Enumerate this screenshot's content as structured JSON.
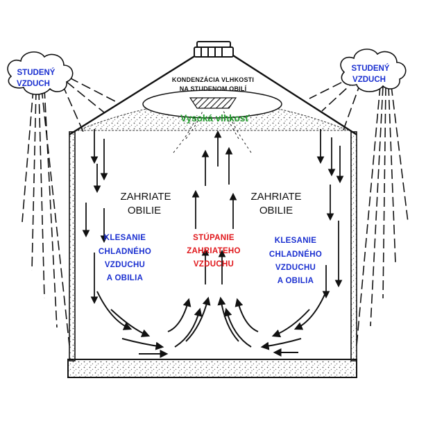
{
  "colors": {
    "cold_air": "#1a2fd0",
    "rising_air": "#e0161a",
    "humidity": "#1f9a2a",
    "ink": "#111111"
  },
  "clouds": {
    "left": {
      "line1": "STUDENÝ",
      "line2": "VZDUCH"
    },
    "right": {
      "line1": "STUDENÝ",
      "line2": "VZDUCH"
    }
  },
  "roof": {
    "line1": "KONDENZÁCIA VLHKOSTI",
    "line2": "NA STUDENOM OBILÍ"
  },
  "humidity_label": "Vysoká vlhkosť",
  "warm_grain": {
    "left": {
      "line1": "ZAHRIATE",
      "line2": "OBILIE"
    },
    "right": {
      "line1": "ZAHRIATE",
      "line2": "OBILIE"
    }
  },
  "descending": {
    "left": {
      "line1": "KLESANIE",
      "line2": "CHLADNÉHO",
      "line3": "VZDUCHU",
      "line4": "A OBILIA"
    },
    "right": {
      "line1": "KLESANIE",
      "line2": "CHLADNÉHO",
      "line3": "VZDUCHU",
      "line4": "A OBILIA"
    }
  },
  "rising": {
    "line1": "STÚPANIE",
    "line2": "ZAHRIATEHO",
    "line3": "VZDUCHU"
  },
  "icons": [
    "cloud-icon",
    "arrow-down-icon",
    "arrow-up-icon",
    "curved-arrow-icon"
  ]
}
